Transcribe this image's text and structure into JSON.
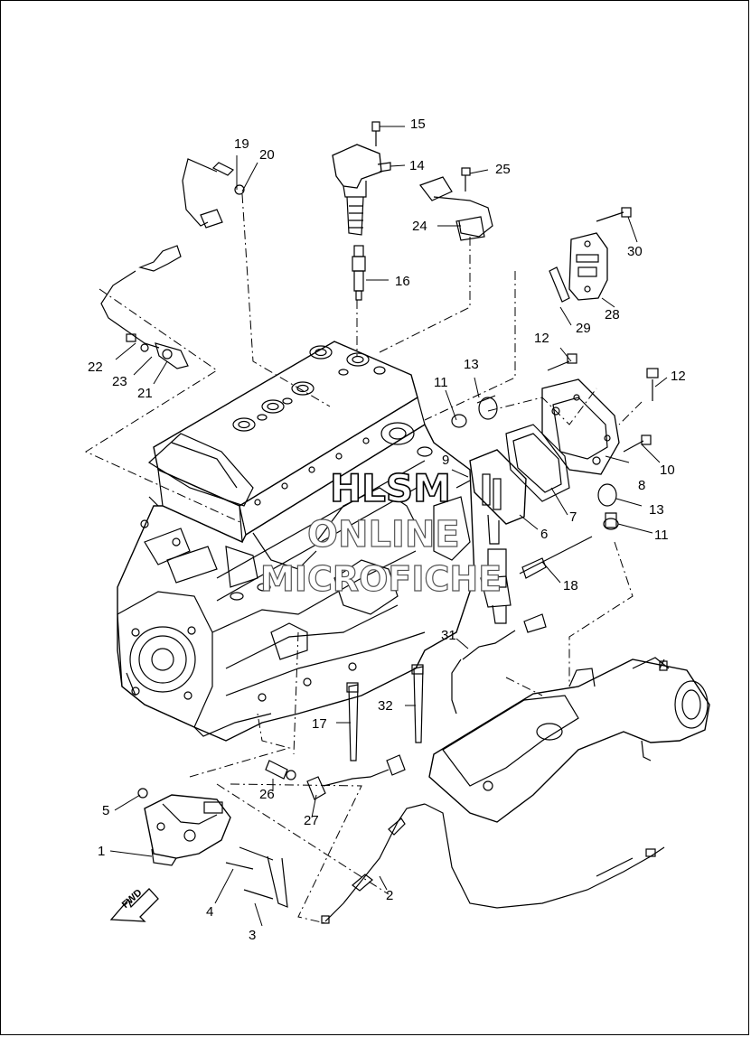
{
  "watermark": {
    "line1": "HLSM",
    "line2": "ONLINE",
    "line3": "MICROFICHE"
  },
  "direction_arrow": {
    "label": "FWD"
  },
  "callouts": [
    {
      "id": "p1",
      "text": "1"
    },
    {
      "id": "p2",
      "text": "2"
    },
    {
      "id": "p3",
      "text": "3"
    },
    {
      "id": "p4",
      "text": "4"
    },
    {
      "id": "p5",
      "text": "5"
    },
    {
      "id": "p6",
      "text": "6"
    },
    {
      "id": "p7",
      "text": "7"
    },
    {
      "id": "p8",
      "text": "8"
    },
    {
      "id": "p9",
      "text": "9"
    },
    {
      "id": "p10",
      "text": "10"
    },
    {
      "id": "p11a",
      "text": "11"
    },
    {
      "id": "p11b",
      "text": "11"
    },
    {
      "id": "p12a",
      "text": "12"
    },
    {
      "id": "p12b",
      "text": "12"
    },
    {
      "id": "p13a",
      "text": "13"
    },
    {
      "id": "p13b",
      "text": "13"
    },
    {
      "id": "p14",
      "text": "14"
    },
    {
      "id": "p15",
      "text": "15"
    },
    {
      "id": "p16",
      "text": "16"
    },
    {
      "id": "p17",
      "text": "17"
    },
    {
      "id": "p18",
      "text": "18"
    },
    {
      "id": "p19",
      "text": "19"
    },
    {
      "id": "p20",
      "text": "20"
    },
    {
      "id": "p21",
      "text": "21"
    },
    {
      "id": "p22",
      "text": "22"
    },
    {
      "id": "p23",
      "text": "23"
    },
    {
      "id": "p24",
      "text": "24"
    },
    {
      "id": "p25",
      "text": "25"
    },
    {
      "id": "p26",
      "text": "26"
    },
    {
      "id": "p27",
      "text": "27"
    },
    {
      "id": "p28",
      "text": "28"
    },
    {
      "id": "p29",
      "text": "29"
    },
    {
      "id": "p30",
      "text": "30"
    },
    {
      "id": "p31",
      "text": "31"
    },
    {
      "id": "p32",
      "text": "32"
    }
  ]
}
